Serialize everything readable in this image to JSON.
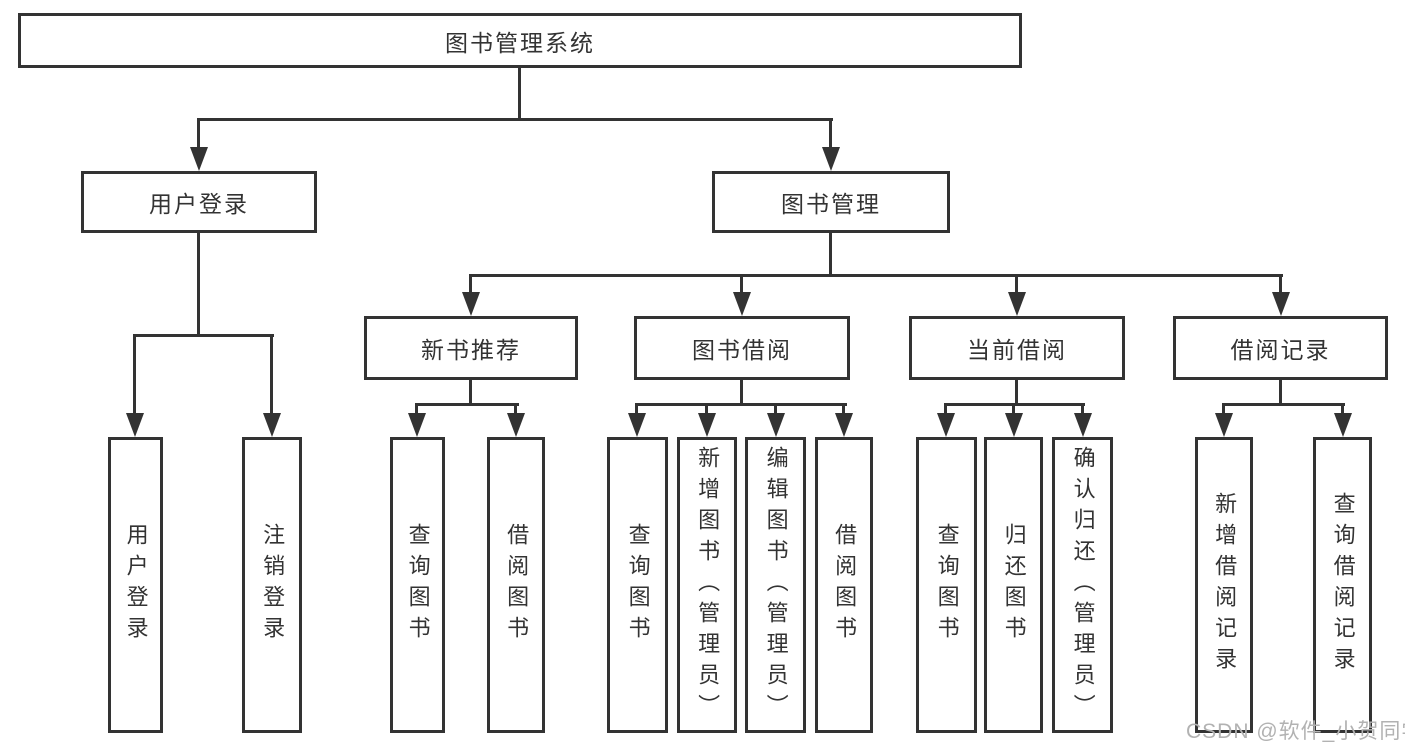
{
  "diagram": {
    "title": "图书管理系统",
    "root": {
      "label": "图书管理系统"
    },
    "branches": [
      {
        "label": "用户登录",
        "children": [
          {
            "label": "用户登录"
          },
          {
            "label": "注销登录"
          }
        ]
      },
      {
        "label": "图书管理",
        "children": [
          {
            "label": "新书推荐",
            "children": [
              {
                "label": "查询图书"
              },
              {
                "label": "借阅图书"
              }
            ]
          },
          {
            "label": "图书借阅",
            "children": [
              {
                "label": "查询图书"
              },
              {
                "label": "新增图书（管理员）"
              },
              {
                "label": "编辑图书（管理员）"
              },
              {
                "label": "借阅图书"
              }
            ]
          },
          {
            "label": "当前借阅",
            "children": [
              {
                "label": "查询图书"
              },
              {
                "label": "归还图书"
              },
              {
                "label": "确认归还（管理员）"
              }
            ]
          },
          {
            "label": "借阅记录",
            "children": [
              {
                "label": "新增借阅记录"
              },
              {
                "label": "查询借阅记录"
              }
            ]
          }
        ]
      }
    ]
  },
  "watermark": {
    "text": "CSDN @软件_小贺同学"
  },
  "colors": {
    "line": "#333333",
    "text": "#333333",
    "watermark": "#b2b2b2",
    "background": "#ffffff"
  }
}
